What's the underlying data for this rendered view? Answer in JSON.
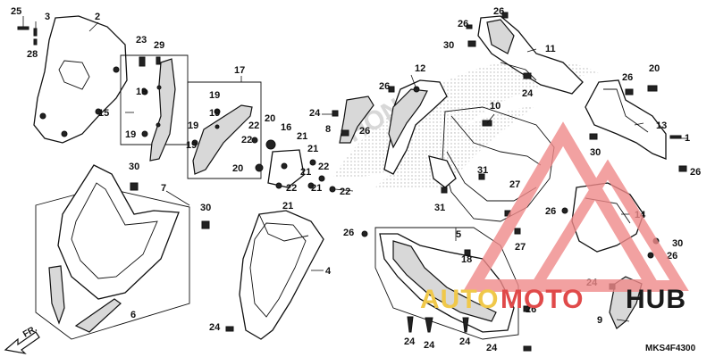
{
  "diagram": {
    "code": "MKS4F4300",
    "direction_label": "FR.",
    "watermark": {
      "auto": "AUTO",
      "moto": "MOTO",
      "hub": "HUB",
      "colors": {
        "auto": "#f0c84a",
        "moto": "#e04a4a",
        "hub": "#1a1a1a",
        "triangle": "#f08a8a"
      }
    },
    "brand_mark": "HONDA",
    "callouts": {
      "c1": "1",
      "c2": "2",
      "c3": "3",
      "c4": "4",
      "c5": "5",
      "c6": "6",
      "c7": "7",
      "c8": "8",
      "c9": "9",
      "c10": "10",
      "c11": "11",
      "c12": "12",
      "c13": "13",
      "c14": "14",
      "c15": "15",
      "c16": "16",
      "c17": "17",
      "c18": "18",
      "c19": "19",
      "c20": "20",
      "c21": "21",
      "c22": "22",
      "c23": "23",
      "c24": "24",
      "c25": "25",
      "c26": "26",
      "c27": "27",
      "c28": "28",
      "c29": "29",
      "c30": "30",
      "c31": "31"
    }
  }
}
